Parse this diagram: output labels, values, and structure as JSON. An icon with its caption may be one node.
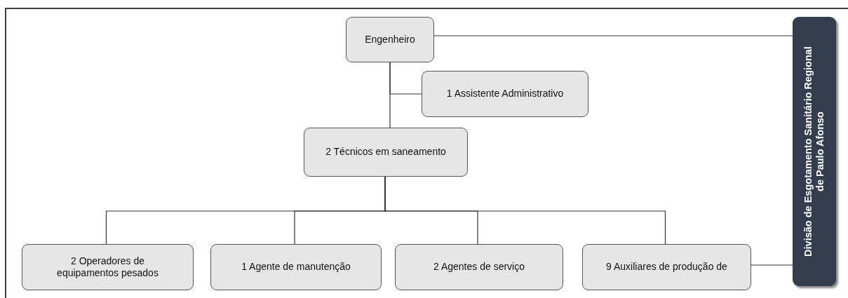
{
  "diagram": {
    "nodes": [
      {
        "text": [
          "Engenheiro"
        ]
      },
      {
        "text": [
          "1 Assistente Administrativo"
        ]
      },
      {
        "text": [
          "2 Técnicos em saneamento"
        ]
      },
      {
        "text": [
          "2 Operadores de equipamentos pesados"
        ]
      },
      {
        "text": [
          "1 Agente de manutenção"
        ]
      },
      {
        "text": [
          "2 Agentes de serviço"
        ]
      },
      {
        "text": [
          "9 Auxiliares de produção de"
        ]
      },
      {
        "text": [
          "Divisão de Esgotamento Sanitário Regional de Paulo Afonso"
        ]
      }
    ],
    "edges": [
      {
        "from": 0,
        "to": 1,
        "arrow": "none"
      },
      {
        "from": 0,
        "to": 2,
        "arrow": "none"
      },
      {
        "from": 2,
        "to": 3,
        "arrow": "none"
      },
      {
        "from": 2,
        "to": 4,
        "arrow": "none"
      },
      {
        "from": 2,
        "to": 5,
        "arrow": "none"
      },
      {
        "from": 2,
        "to": 6,
        "arrow": "none"
      },
      {
        "from": 0,
        "to": 7,
        "arrow": "none"
      },
      {
        "from": 6,
        "to": 7,
        "arrow": "none"
      }
    ]
  }
}
